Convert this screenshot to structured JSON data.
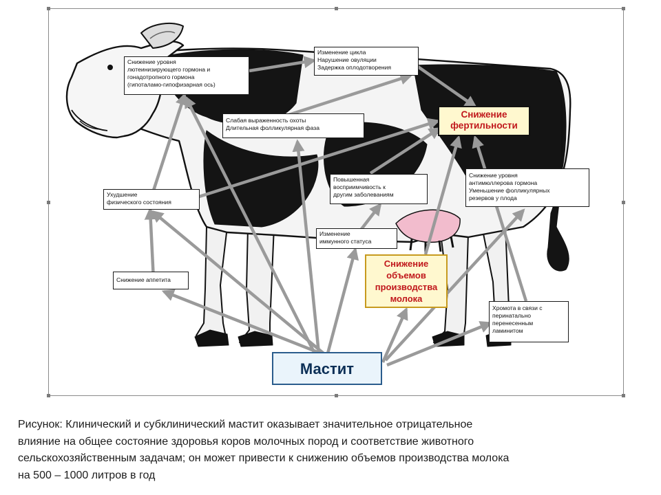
{
  "diagram": {
    "center": "Мастит",
    "fertility": [
      "Снижение",
      "фертильности"
    ],
    "milk": [
      "Снижение",
      "объемов",
      "производства",
      "молока"
    ],
    "boxes": {
      "lh": [
        "Снижение уровня",
        "лютеинизирующего гормона и",
        "гонадотропного гормона",
        "(гипоталамо-гипофизарная ось)"
      ],
      "cycle": [
        "Изменение цикла",
        "Нарушение овуляции",
        "Задержка оплодотворения"
      ],
      "heat": [
        "Слабая выраженность охоты",
        "Длительная фолликулярная фаза"
      ],
      "physical": [
        "Ухудшение",
        "физического состояния"
      ],
      "appetite": [
        "Снижение аппетита"
      ],
      "susceptibility": [
        "Повышенная",
        "восприимчивость к",
        "другим заболеваниям"
      ],
      "immune": [
        "Изменение",
        "иммунного статуса"
      ],
      "amh": [
        "Снижение уровня",
        "антимюллерова гормона",
        "Уменьшение фолликулярных",
        "резервов у плода"
      ],
      "lameness": [
        "Хромота в связи с",
        "перинатально",
        "перенесенным",
        "ламинитом"
      ]
    }
  },
  "caption": [
    "Рисунок: Клинический и субклинический мастит оказывает значительное отрицательное",
    "влияние на общее состояние здоровья коров молочных пород  и соответствие животного",
    "сельскохозяйственным задачам; он может привести к снижению объемов производства молока",
    "на 500 – 1000 литров в год"
  ],
  "colors": {
    "arrow": "#9a9a9a",
    "highlight_text": "#c0171b",
    "highlight_fill": "#fff8cf",
    "mastitis_fill": "#eaf4fb",
    "mastitis_border": "#2a5c8c"
  }
}
